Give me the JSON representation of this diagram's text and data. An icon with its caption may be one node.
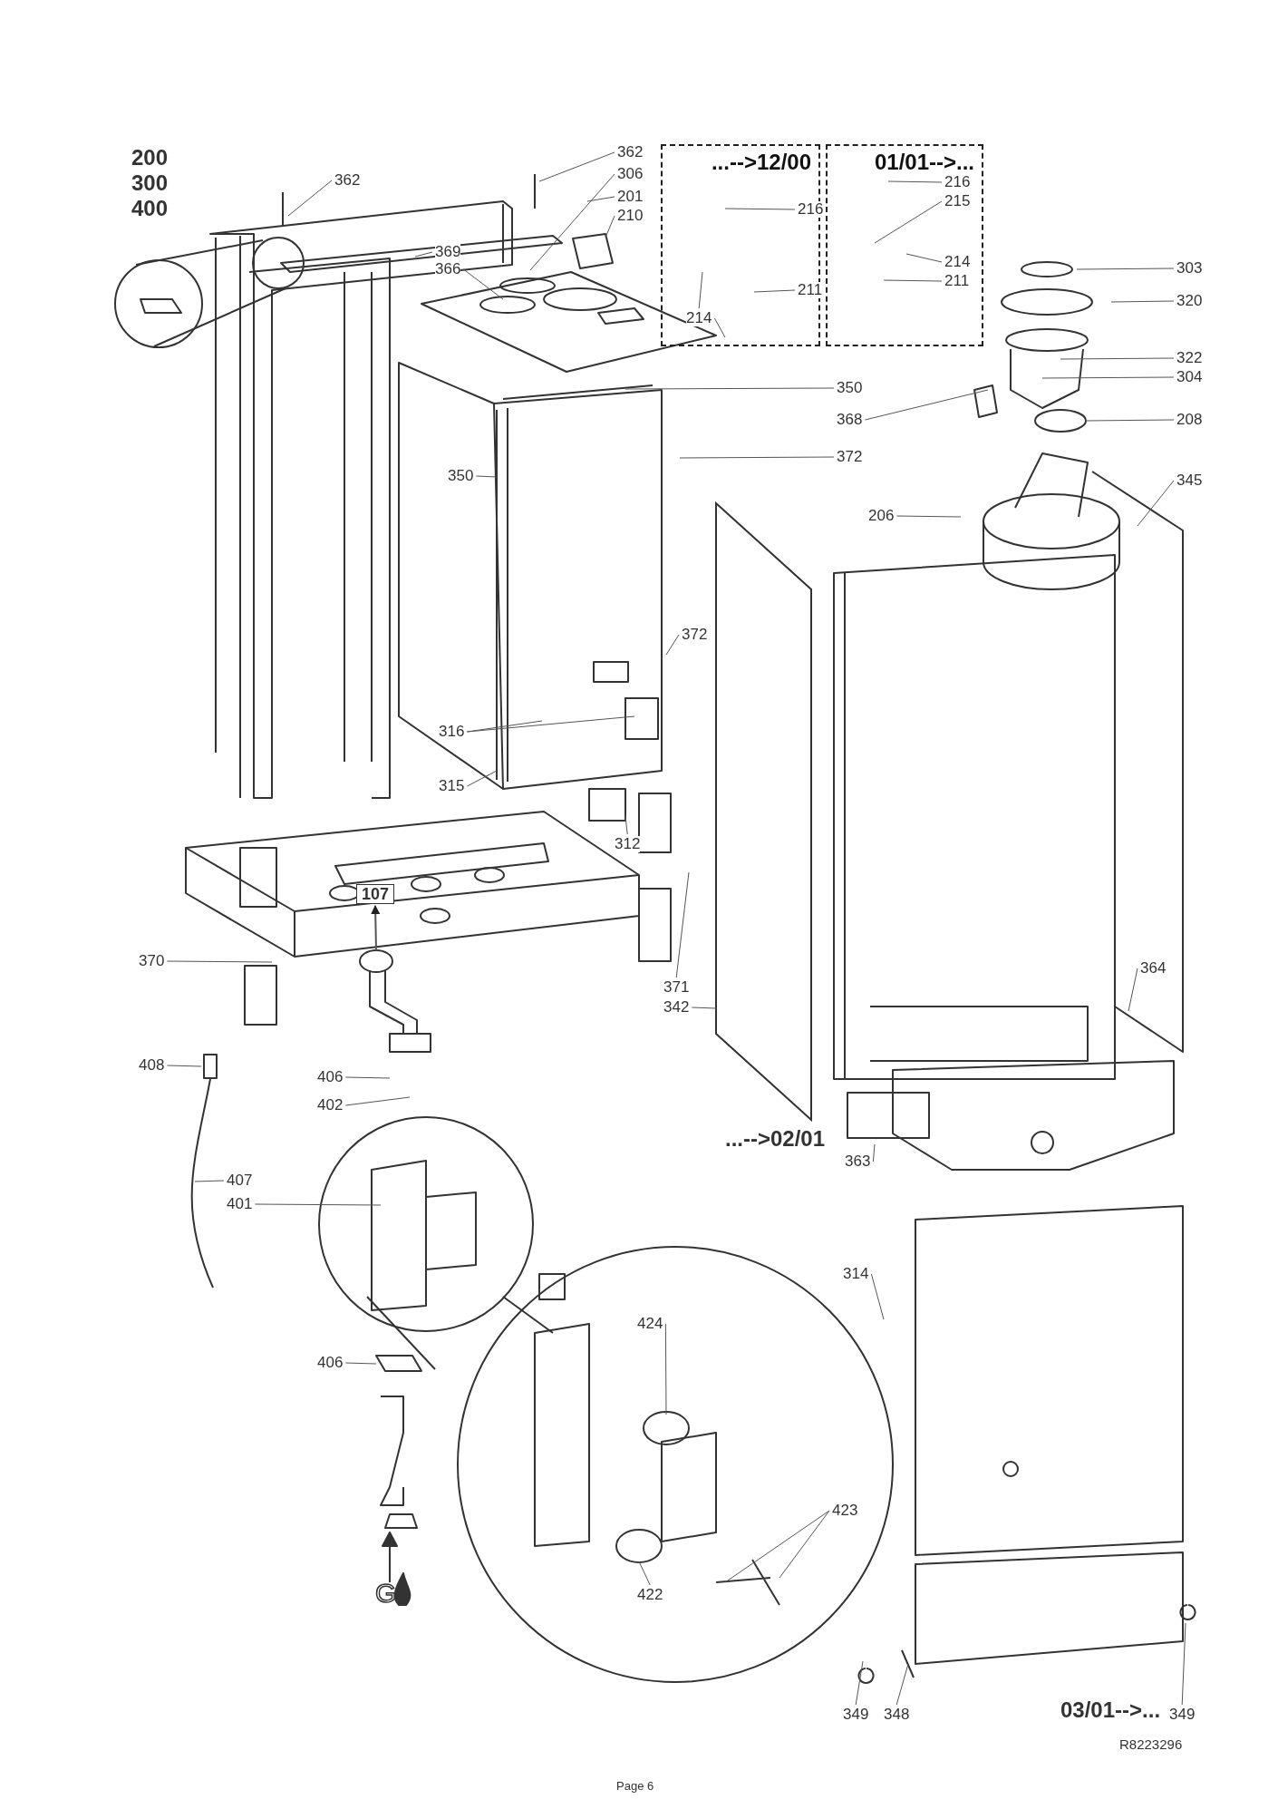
{
  "diagram": {
    "nodes": [
      {
        "text": [
          "362"
        ]
      },
      {
        "text": [
          "...-->12/00"
        ]
      },
      {
        "text": [
          "216"
        ],
        "in": 1
      },
      {
        "text": [
          "211"
        ],
        "in": 1
      },
      {
        "text": [
          "214"
        ],
        "in": 1
      },
      {
        "text": [
          "01/01-->..."
        ]
      },
      {
        "text": [
          "216"
        ],
        "in": 5
      },
      {
        "text": [
          "215"
        ],
        "in": 5
      },
      {
        "text": [
          "214"
        ],
        "in": 5
      },
      {
        "text": [
          "211"
        ],
        "in": 5
      },
      {
        "text": [
          "362"
        ]
      },
      {
        "text": [
          "306"
        ]
      },
      {
        "text": [
          "201"
        ]
      },
      {
        "text": [
          "210"
        ]
      },
      {
        "text": [
          "369"
        ]
      },
      {
        "text": [
          "366"
        ]
      },
      {
        "text": [
          "303"
        ]
      },
      {
        "text": [
          "320"
        ]
      },
      {
        "text": [
          "322"
        ]
      },
      {
        "text": [
          "304"
        ]
      },
      {
        "text": [
          "350"
        ]
      },
      {
        "text": [
          "368"
        ]
      },
      {
        "text": [
          "208"
        ]
      },
      {
        "text": [
          "350"
        ]
      },
      {
        "text": [
          "372"
        ]
      },
      {
        "text": [
          "345"
        ]
      },
      {
        "text": [
          "206"
        ]
      },
      {
        "text": [
          "372"
        ]
      },
      {
        "text": [
          "316"
        ]
      },
      {
        "text": [
          "315"
        ]
      },
      {
        "text": [
          "312"
        ]
      },
      {
        "text": [
          "107"
        ]
      },
      {
        "text": [
          "370"
        ]
      },
      {
        "text": [
          "371"
        ]
      },
      {
        "text": [
          "342"
        ]
      },
      {
        "text": [
          "364"
        ]
      },
      {
        "text": [
          "408"
        ]
      },
      {
        "text": [
          "406"
        ]
      },
      {
        "text": [
          "402"
        ]
      },
      {
        "text": [
          "363"
        ]
      },
      {
        "text": [
          "407"
        ]
      },
      {
        "text": [
          "401"
        ]
      },
      {
        "text": [
          "314"
        ]
      },
      {
        "text": [
          "424"
        ]
      },
      {
        "text": [
          "406"
        ]
      },
      {
        "text": [
          "423"
        ]
      },
      {
        "text": [
          "422"
        ]
      },
      {
        "text": [
          "349"
        ]
      },
      {
        "text": [
          "348"
        ]
      },
      {
        "text": [
          "349"
        ]
      },
      {
        "text": [],
        "shape": "box"
      }
    ],
    "edges": [
      {
        "from": 0,
        "to": null,
        "arrow": "none"
      },
      {
        "from": 2,
        "to": null,
        "arrow": "none"
      },
      {
        "from": 3,
        "to": null,
        "arrow": "none"
      },
      {
        "from": 4,
        "to": null,
        "arrow": "none"
      },
      {
        "from": 4,
        "to": null,
        "arrow": "none"
      },
      {
        "from": 6,
        "to": null,
        "arrow": "none"
      },
      {
        "from": 7,
        "to": null,
        "arrow": "none"
      },
      {
        "from": 8,
        "to": null,
        "arrow": "none"
      },
      {
        "from": 9,
        "to": null,
        "arrow": "none"
      },
      {
        "from": 10,
        "to": null,
        "arrow": "none"
      },
      {
        "from": 11,
        "to": null,
        "arrow": "none"
      },
      {
        "from": 12,
        "to": null,
        "arrow": "none"
      },
      {
        "from": 13,
        "to": null,
        "arrow": "none"
      },
      {
        "from": 14,
        "to": null,
        "arrow": "none"
      },
      {
        "from": 15,
        "to": null,
        "arrow": "none"
      },
      {
        "from": 16,
        "to": null,
        "arrow": "none"
      },
      {
        "from": 17,
        "to": null,
        "arrow": "none"
      },
      {
        "from": 18,
        "to": null,
        "arrow": "none"
      },
      {
        "from": 19,
        "to": null,
        "arrow": "none"
      },
      {
        "from": 20,
        "to": null,
        "arrow": "none"
      },
      {
        "from": 21,
        "to": null,
        "arrow": "none"
      },
      {
        "from": 22,
        "to": null,
        "arrow": "none"
      },
      {
        "from": 23,
        "to": null,
        "arrow": "none"
      },
      {
        "from": 24,
        "to": null,
        "arrow": "none"
      },
      {
        "from": 25,
        "to": null,
        "arrow": "none"
      },
      {
        "from": 26,
        "to": null,
        "arrow": "none"
      },
      {
        "from": 27,
        "to": null,
        "arrow": "none"
      },
      {
        "from": 28,
        "to": null,
        "arrow": "none"
      },
      {
        "from": 28,
        "to": null,
        "arrow": "none"
      },
      {
        "from": 29,
        "to": null,
        "arrow": "none"
      },
      {
        "from": 30,
        "to": null,
        "arrow": "none"
      },
      {
        "from": null,
        "to": 31,
        "arrow": "to"
      },
      {
        "from": 32,
        "to": null,
        "arrow": "none"
      },
      {
        "from": 33,
        "to": null,
        "arrow": "none"
      },
      {
        "from": 34,
        "to": 50,
        "arrow": "none"
      },
      {
        "from": 35,
        "to": null,
        "arrow": "none"
      },
      {
        "from": 36,
        "to": null,
        "arrow": "none"
      },
      {
        "from": 37,
        "to": null,
        "arrow": "none"
      },
      {
        "from": 38,
        "to": null,
        "arrow": "none"
      },
      {
        "from": 39,
        "to": null,
        "arrow": "none"
      },
      {
        "from": 40,
        "to": null,
        "arrow": "none"
      },
      {
        "from": 41,
        "to": null,
        "arrow": "none"
      },
      {
        "from": 42,
        "to": null,
        "arrow": "none"
      },
      {
        "from": 43,
        "to": null,
        "arrow": "none"
      },
      {
        "from": 44,
        "to": null,
        "arrow": "none"
      },
      {
        "from": 45,
        "to": null,
        "arrow": "none"
      },
      {
        "from": 45,
        "to": null,
        "arrow": "none"
      },
      {
        "from": 46,
        "to": null,
        "arrow": "none"
      },
      {
        "from": 47,
        "to": null,
        "arrow": "none"
      },
      {
        "from": 48,
        "to": null,
        "arrow": "none"
      },
      {
        "from": 49,
        "to": null,
        "arrow": "none"
      }
    ],
    "labels": [
      "200",
      "300",
      "400",
      "...-->02/01",
      "G",
      "03/01-->...",
      "R8223296",
      "Page 6"
    ]
  }
}
